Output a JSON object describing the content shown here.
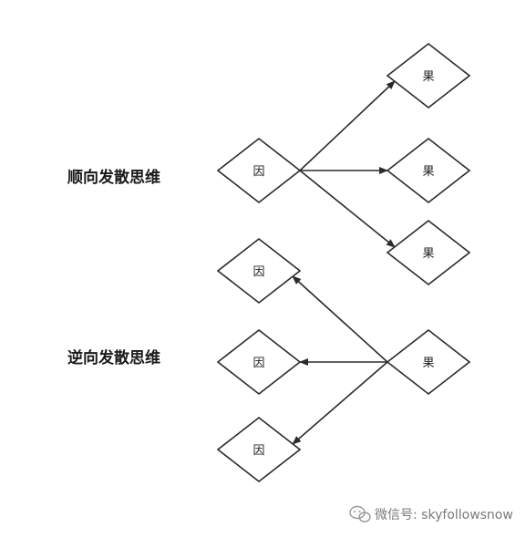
{
  "diagram": {
    "sections": [
      {
        "id": "forward",
        "label": "顺向发散思维"
      },
      {
        "id": "reverse",
        "label": "逆向发散思维"
      }
    ],
    "nodes": [
      {
        "id": "f_cause",
        "label": "因"
      },
      {
        "id": "f_effect1",
        "label": "果"
      },
      {
        "id": "f_effect2",
        "label": "果"
      },
      {
        "id": "f_effect3",
        "label": "果"
      },
      {
        "id": "r_effect",
        "label": "果"
      },
      {
        "id": "r_cause1",
        "label": "因"
      },
      {
        "id": "r_cause2",
        "label": "因"
      },
      {
        "id": "r_cause3",
        "label": "因"
      }
    ],
    "edges": [
      {
        "from": "f_cause",
        "to": "f_effect1"
      },
      {
        "from": "f_cause",
        "to": "f_effect2"
      },
      {
        "from": "f_cause",
        "to": "f_effect3"
      },
      {
        "from": "r_effect",
        "to": "r_cause1"
      },
      {
        "from": "r_effect",
        "to": "r_cause2"
      },
      {
        "from": "r_effect",
        "to": "r_cause3"
      }
    ]
  },
  "watermark": {
    "icon": "wechat-icon",
    "text": "微信号: skyfollowsnow"
  },
  "colors": {
    "stroke": "#2b2b2b",
    "background": "#ffffff",
    "watermark": "#7a7a7a"
  }
}
